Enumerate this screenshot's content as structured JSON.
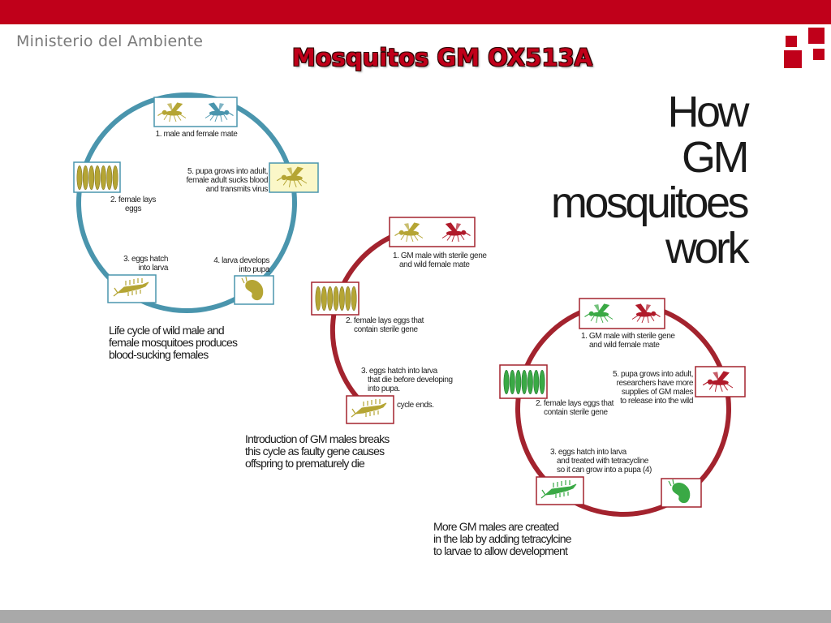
{
  "header": {
    "ministry": "Ministerio del Ambiente",
    "title": "Mosquitos GM OX513A"
  },
  "headline": {
    "lines": [
      "How",
      "GM",
      "mosquitoes",
      "work"
    ]
  },
  "cycle_wild": {
    "steps": [
      [
        "1. male and female mate"
      ],
      [
        "2. female lays",
        "eggs"
      ],
      [
        "3. eggs hatch",
        "into larva"
      ],
      [
        "4. larva develops",
        "into pupa"
      ],
      [
        "5. pupa grows into adult,",
        "female adult sucks blood",
        "and transmits virus"
      ]
    ],
    "caption": [
      "Life cycle of wild male and",
      "female mosquitoes produces",
      "blood-sucking females"
    ]
  },
  "cycle_gm": {
    "steps": [
      [
        "1. GM male with sterile gene",
        "and wild female mate"
      ],
      [
        "2. female lays eggs that",
        "contain sterile gene"
      ],
      [
        "3. eggs hatch into larva",
        "that die before developing",
        "into pupa."
      ],
      [
        "cycle ends."
      ]
    ],
    "caption": [
      "Introduction of  GM males breaks",
      "this cycle as faulty gene causes",
      "offspring to prematurely die"
    ]
  },
  "cycle_lab": {
    "steps": [
      [
        "1. GM male with sterile gene",
        "and wild female mate"
      ],
      [
        "2. female lays eggs that",
        "contain sterile gene"
      ],
      [
        "3. eggs hatch into larva",
        "and treated with tetracycline",
        "so it can grow into a pupa (4)"
      ],
      [
        "5. pupa grows into adult,",
        "researchers have more",
        "supplies of GM males",
        "to release into the wild"
      ]
    ],
    "caption": [
      "More GM males are created",
      "in the lab by adding tetracylcine",
      "to larvae to allow development"
    ]
  },
  "colors": {
    "brand_red": "#c0001a",
    "wild_ring": "#4a95ad",
    "gm_ring": "#a3232e",
    "wild_insect": "#b5a534",
    "gm_insect": "#3aa945",
    "red_insect": "#b01a2a"
  }
}
